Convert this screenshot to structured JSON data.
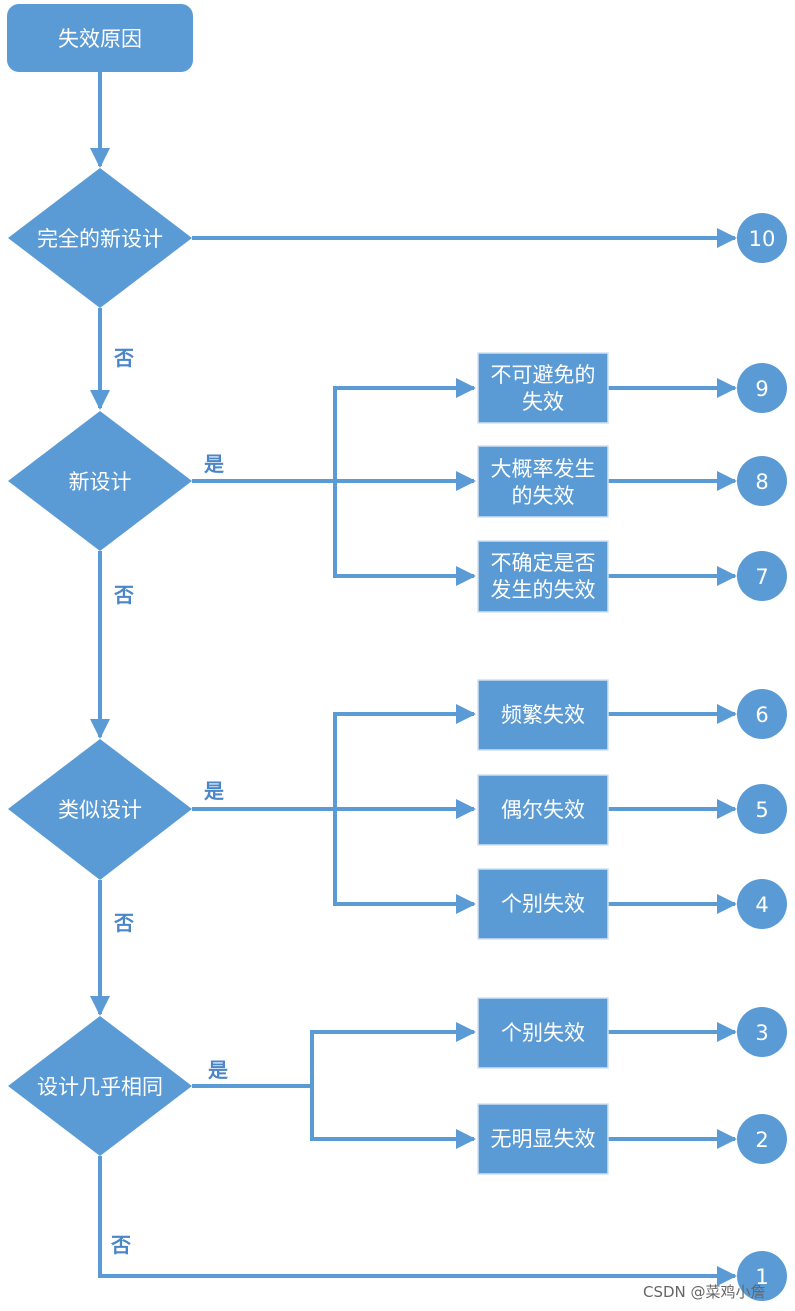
{
  "colors": {
    "node_fill": "#5b9bd5",
    "line": "#5b9bd5",
    "label": "#4a86c8",
    "text": "#ffffff"
  },
  "start": {
    "label": "失效原因"
  },
  "decisions": [
    {
      "label": "完全的新设计"
    },
    {
      "label": "新设计"
    },
    {
      "label": "类似设计"
    },
    {
      "label": "设计几乎相同"
    }
  ],
  "branch_labels": {
    "yes": "是",
    "no": "否"
  },
  "outcomes": [
    {
      "line1": "不可避免的",
      "line2": "失效"
    },
    {
      "line1": "大概率发生",
      "line2": "的失效"
    },
    {
      "line1": "不确定是否",
      "line2": "发生的失效"
    },
    {
      "line1": "频繁失效"
    },
    {
      "line1": "偶尔失效"
    },
    {
      "line1": "个别失效"
    },
    {
      "line1": "个别失效"
    },
    {
      "line1": "无明显失效"
    }
  ],
  "ratings": [
    "10",
    "9",
    "8",
    "7",
    "6",
    "5",
    "4",
    "3",
    "2",
    "1"
  ],
  "watermark": "CSDN @菜鸡小詹"
}
